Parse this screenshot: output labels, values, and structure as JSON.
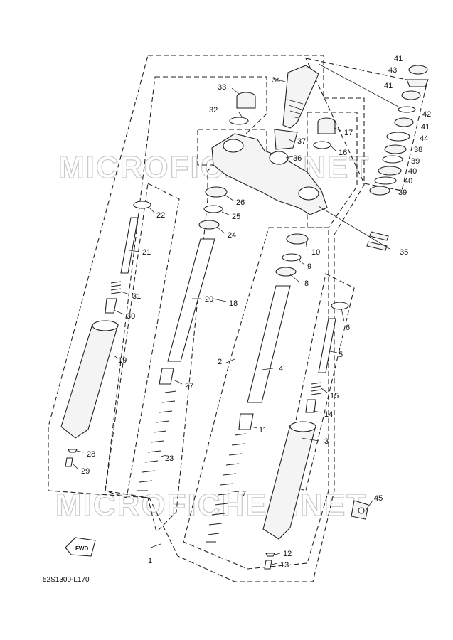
{
  "diagram_code": "52S1300-L170",
  "fwd_label": "FWD",
  "watermark": [
    "MICROFICHES.NET",
    "MICROFICHES.NET"
  ],
  "callouts": [
    "1",
    "2",
    "3",
    "4",
    "5",
    "6",
    "7",
    "8",
    "9",
    "10",
    "11",
    "12",
    "13",
    "14",
    "15",
    "16",
    "17",
    "18",
    "19",
    "20",
    "21",
    "22",
    "23",
    "24",
    "25",
    "26",
    "27",
    "28",
    "29",
    "30",
    "31",
    "32",
    "33",
    "34",
    "35",
    "36",
    "37",
    "38",
    "39",
    "40",
    "41",
    "42",
    "43",
    "44",
    "45"
  ]
}
